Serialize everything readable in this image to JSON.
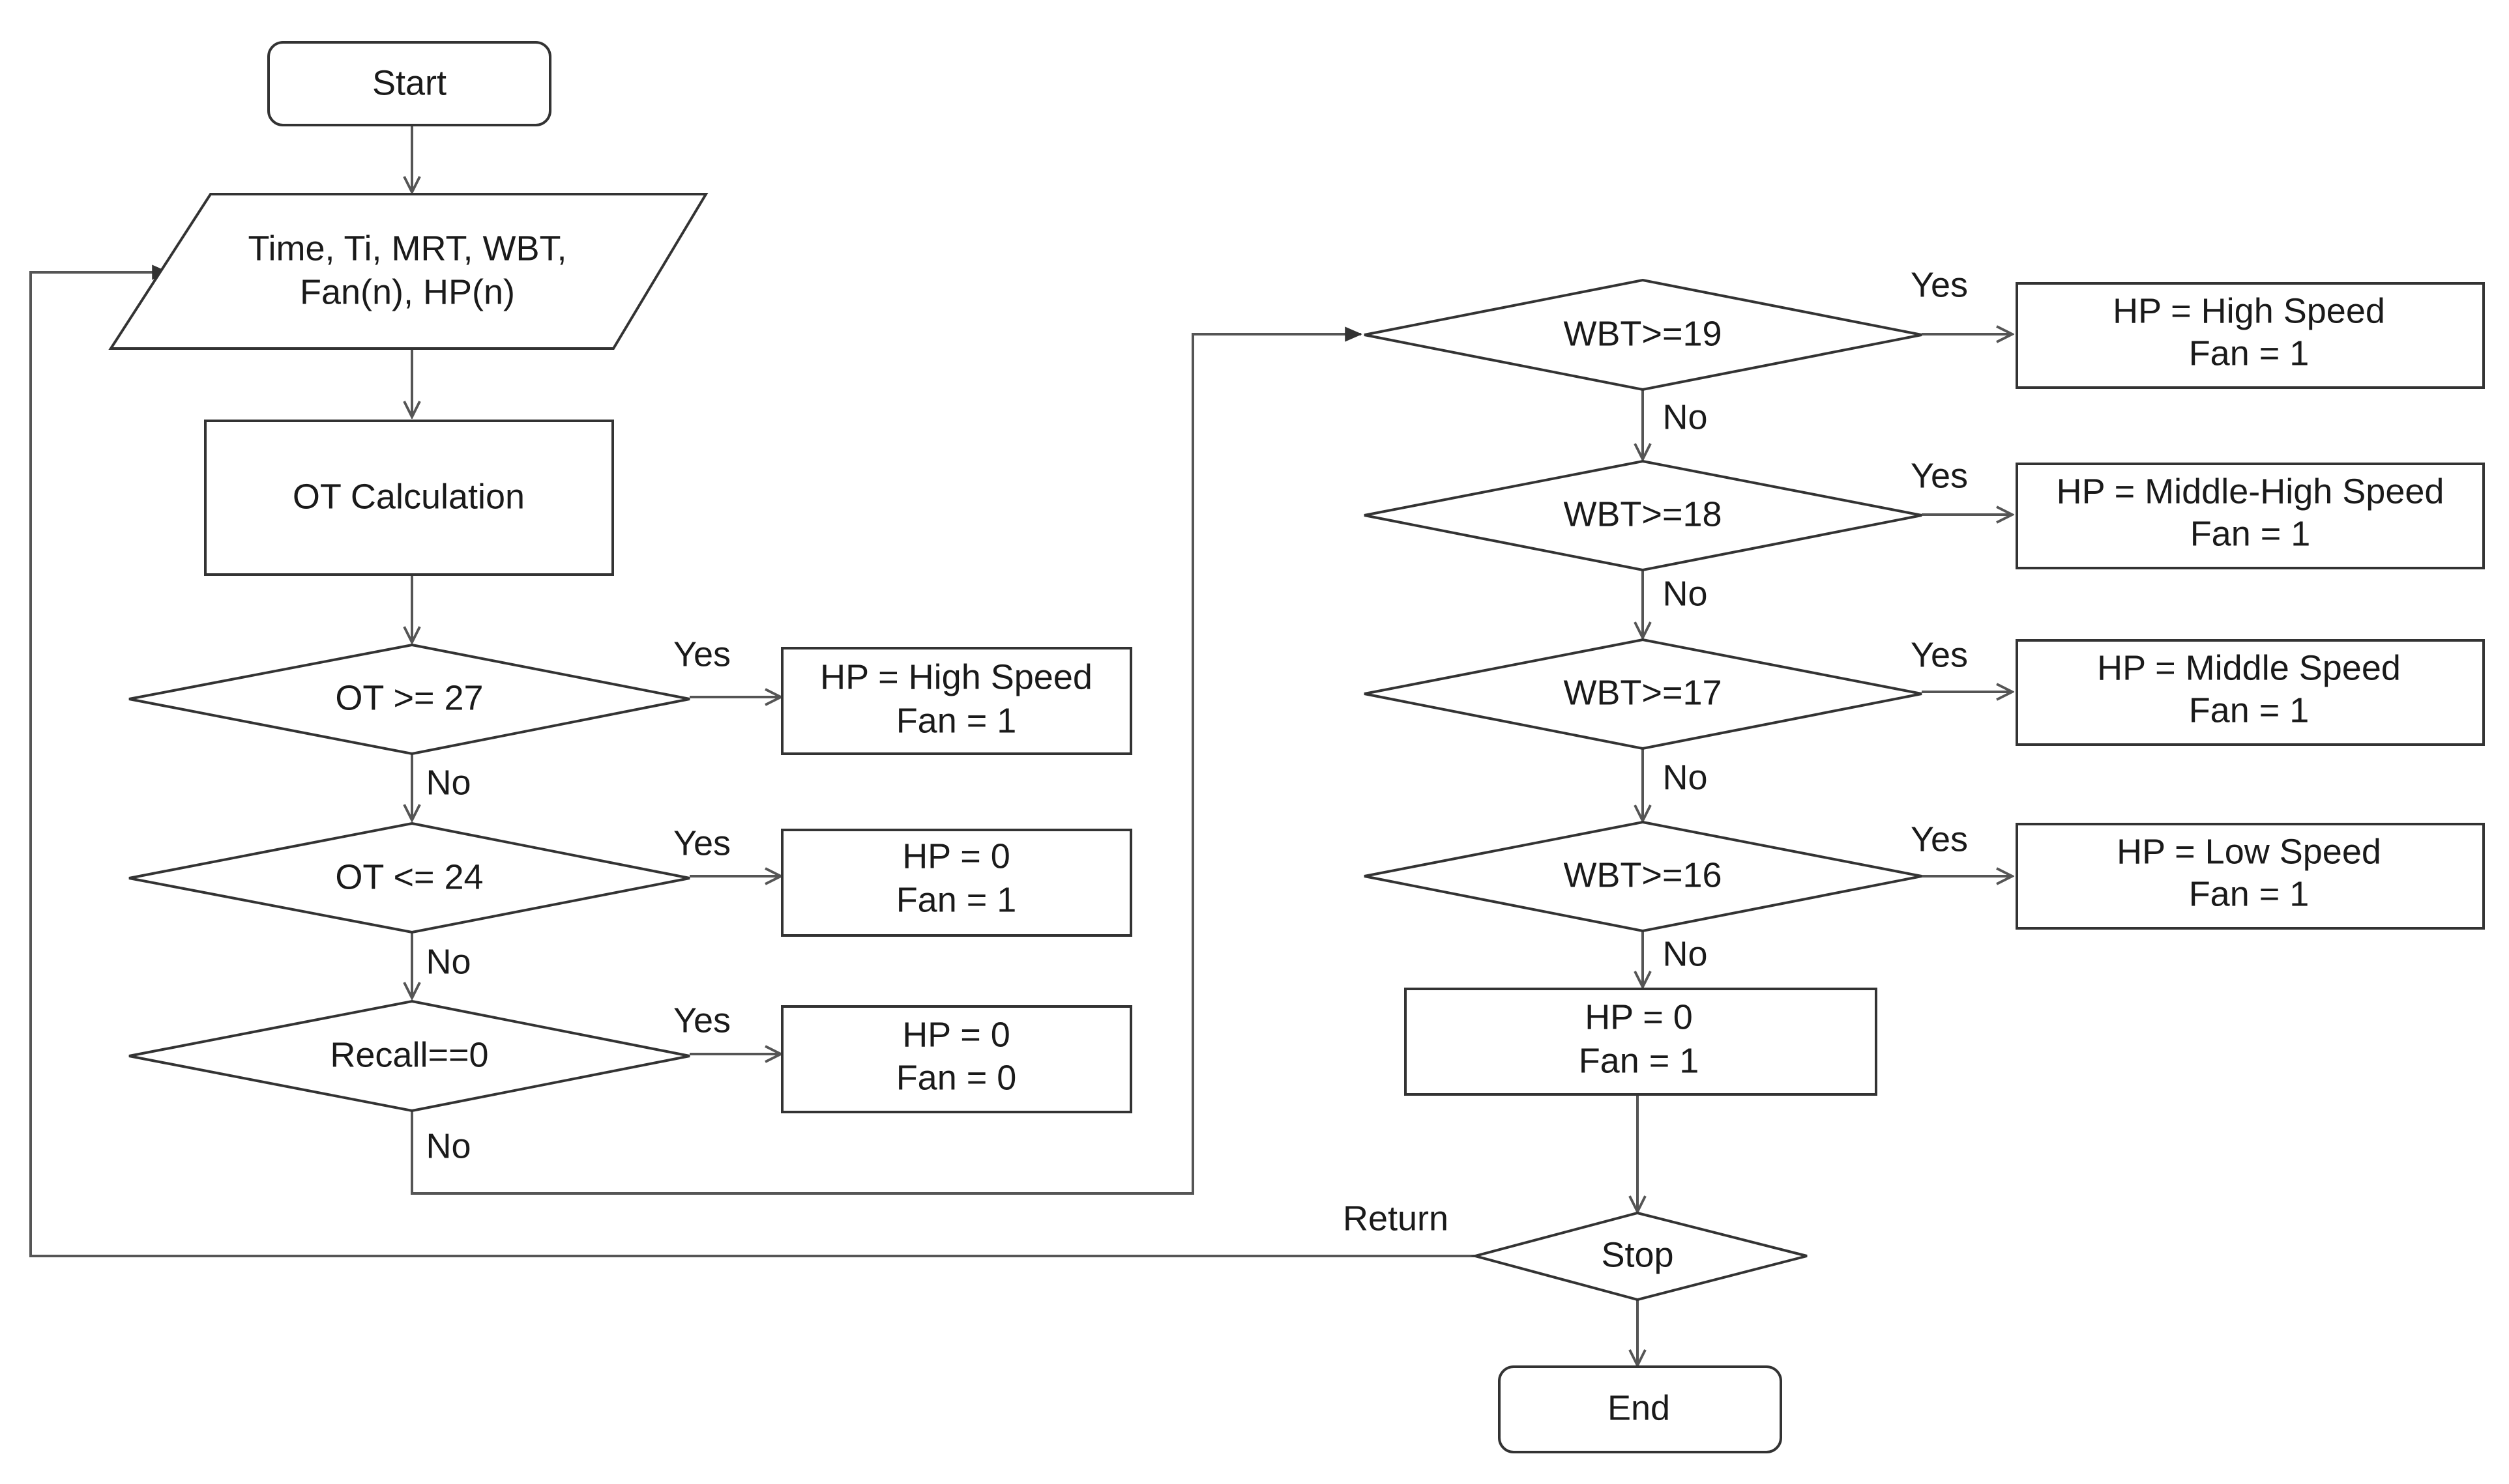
{
  "nodes": {
    "start": "Start",
    "inputs_line1": "Time, Ti, MRT, WBT,",
    "inputs_line2": "Fan(n), HP(n)",
    "ot_calc": "OT Calculation",
    "d_ot27": "OT >= 27",
    "d_ot24": "OT <= 24",
    "d_recall": "Recall==0",
    "r_ot27_line1": "HP = High Speed",
    "r_ot27_line2": "Fan = 1",
    "r_ot24_line1": "HP = 0",
    "r_ot24_line2": "Fan = 1",
    "r_recall_line1": "HP = 0",
    "r_recall_line2": "Fan = 0",
    "d_wbt19": "WBT>=19",
    "d_wbt18": "WBT>=18",
    "d_wbt17": "WBT>=17",
    "d_wbt16": "WBT>=16",
    "r_wbt19_line1": "HP = High Speed",
    "r_wbt19_line2": "Fan = 1",
    "r_wbt18_line1": "HP = Middle-High  Speed",
    "r_wbt18_line2": "Fan = 1",
    "r_wbt17_line1": "HP = Middle Speed",
    "r_wbt17_line2": "Fan = 1",
    "r_wbt16_line1": "HP = Low Speed",
    "r_wbt16_line2": "Fan = 1",
    "r_default_line1": "HP = 0",
    "r_default_line2": "Fan = 1",
    "stop": "Stop",
    "end": "End"
  },
  "labels": {
    "yes": "Yes",
    "no": "No",
    "return": "Return"
  }
}
